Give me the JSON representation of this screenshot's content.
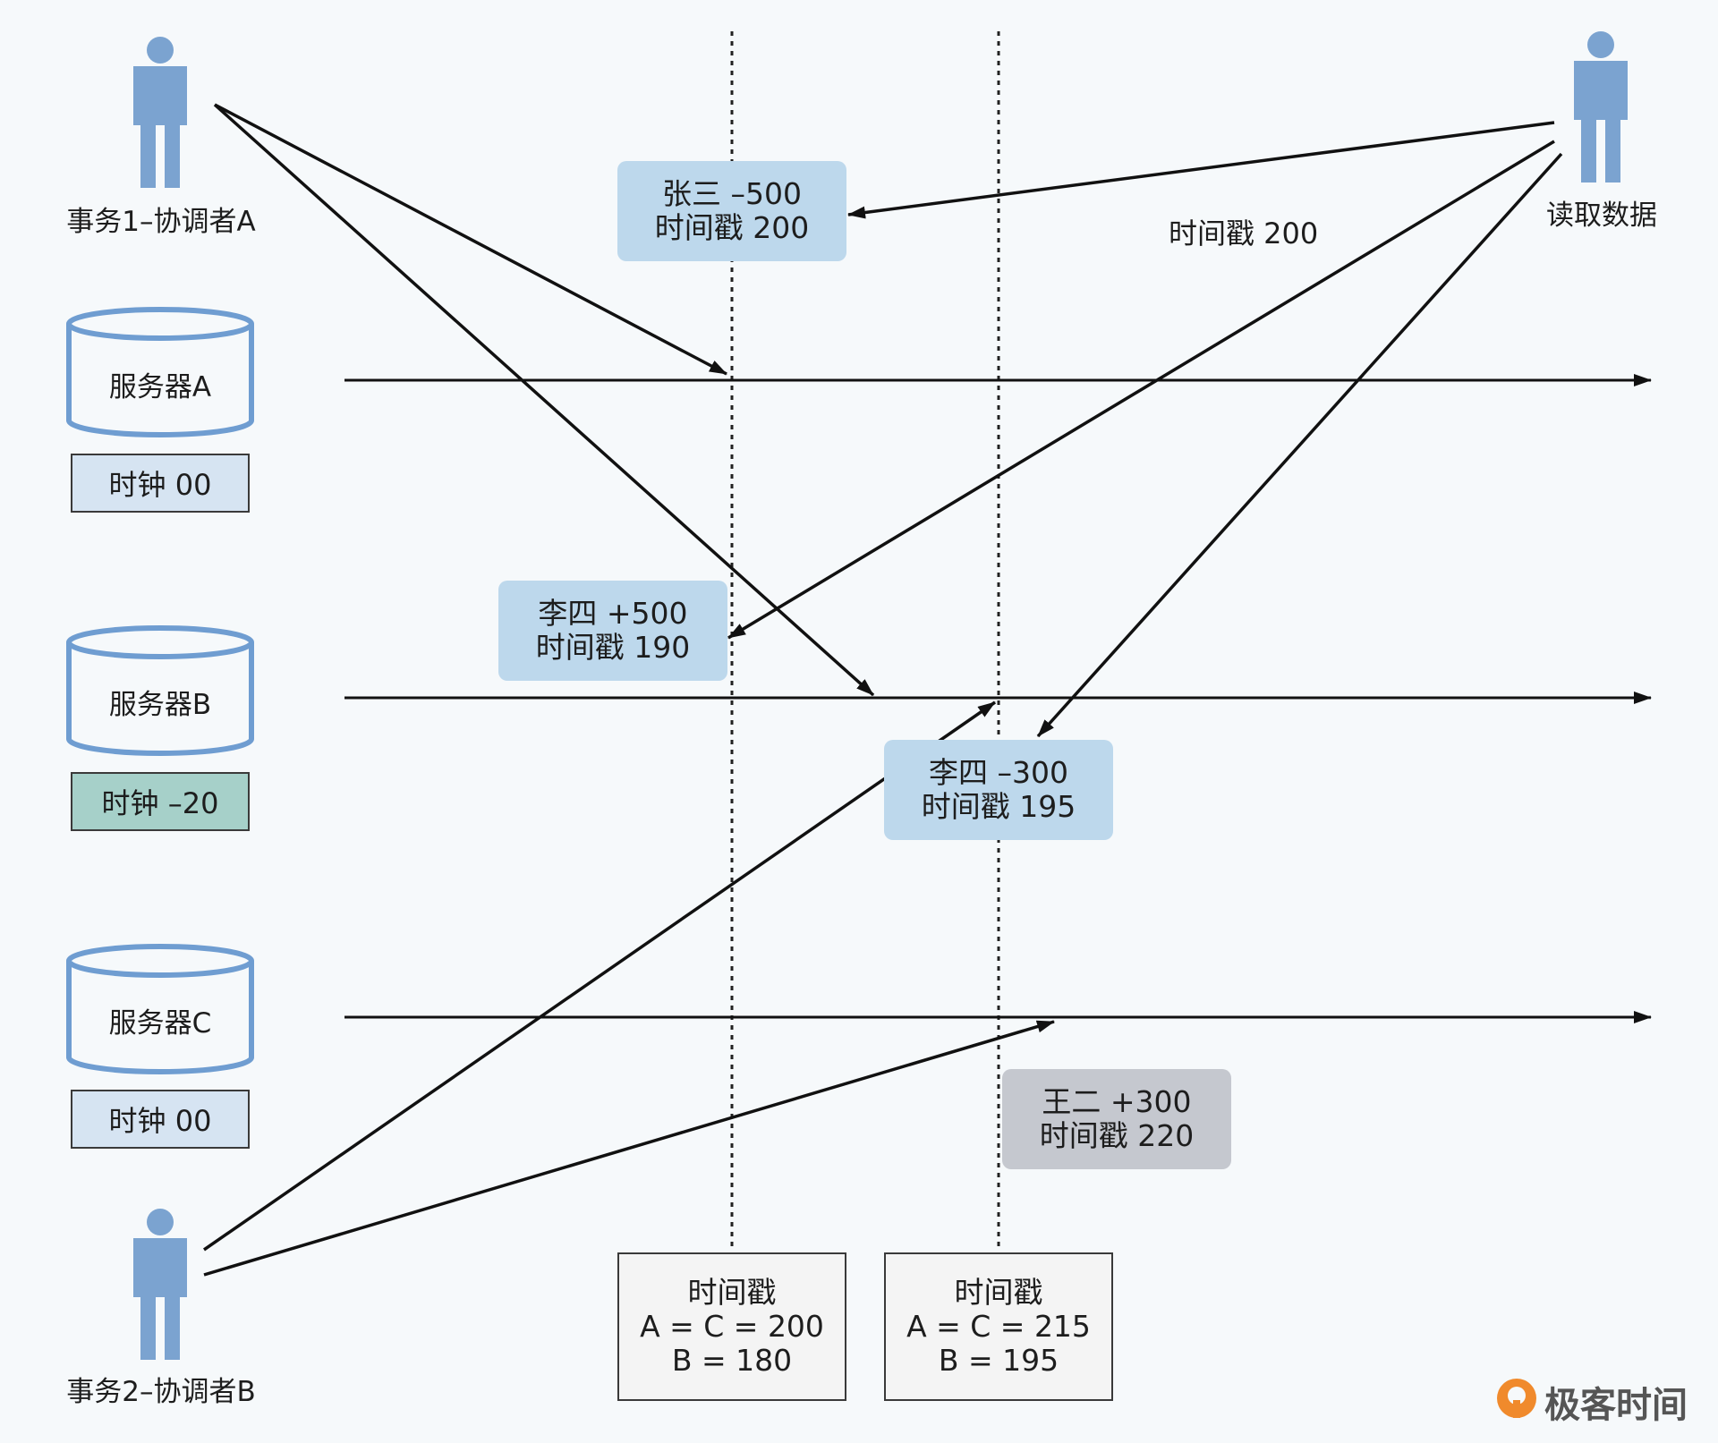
{
  "colors": {
    "person": "#7ba3d0",
    "db_stroke": "#6f9dd1",
    "clock_light": "#d6e4f2",
    "clock_teal": "#a6d0c9",
    "bubble_blue": "#bdd8ec",
    "bubble_gray": "#c5c8cf",
    "logo_orange": "#f08a2c"
  },
  "actors": {
    "coordinator_a": {
      "label": "事务1–协调者A",
      "icon": "person-icon"
    },
    "reader": {
      "label": "读取数据",
      "icon": "person-icon"
    },
    "coordinator_b": {
      "label": "事务2–协调者B",
      "icon": "person-icon"
    }
  },
  "servers": [
    {
      "label": "服务器A",
      "clock": "时钟 00",
      "clock_color": "#d6e4f2"
    },
    {
      "label": "服务器B",
      "clock": "时钟 –20",
      "clock_color": "#a6d0c9"
    },
    {
      "label": "服务器C",
      "clock": "时钟 00",
      "clock_color": "#d6e4f2"
    }
  ],
  "writes": {
    "zhangsan": {
      "line1": "张三 –500",
      "line2": "时间戳 200"
    },
    "lisi_plus": {
      "line1": "李四 +500",
      "line2": "时间戳 190"
    },
    "lisi_minus": {
      "line1": "李四 –300",
      "line2": "时间戳 195"
    },
    "wanger": {
      "line1": "王二 +300",
      "line2": "时间戳 220"
    }
  },
  "read_timestamp": "时间戳 200",
  "snapshots": [
    {
      "title": "时间戳",
      "line1": "A = C = 200",
      "line2": "B = 180"
    },
    {
      "title": "时间戳",
      "line1": "A = C = 215",
      "line2": "B = 195"
    }
  ],
  "logo": {
    "text": "极客时间"
  }
}
